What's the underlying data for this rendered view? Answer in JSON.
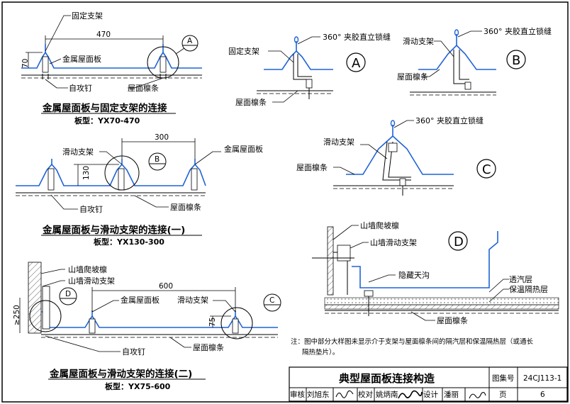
{
  "detail1": {
    "label_fixed_support": "固定支架",
    "label_metal_panel": "金属屋面板",
    "label_screw": "自攻钉",
    "label_purlin": "屋面檩条",
    "dim_width": "470",
    "dim_height": "70",
    "callout": "A",
    "title": "金属屋面板与固定支架的连接",
    "subtitle": "板型：YX70-470"
  },
  "detail2": {
    "label_sliding_support": "滑动支架",
    "label_metal_panel": "金属屋面板",
    "label_screw": "自攻钉",
    "label_purlin": "屋面檩条",
    "dim_width": "300",
    "dim_height": "130",
    "callout": "B",
    "title": "金属屋面板与滑动支架的连接(一)",
    "subtitle": "板型：YX130-300"
  },
  "detail3": {
    "label_gable_purlin": "山墙爬坡檩",
    "label_gable_sliding": "山墙滑动支架",
    "label_metal_panel": "金属屋面板",
    "label_sliding_support": "滑动支架",
    "label_screw": "自攻钉",
    "label_purlin": "屋面檩条",
    "dim_width": "600",
    "dim_height": "75",
    "dim_250": "≥250",
    "callout_d": "D",
    "callout_c": "C",
    "title": "金属屋面板与滑动支架的连接(二)",
    "subtitle": "板型：YX75-600"
  },
  "detailA": {
    "circle": "A",
    "label_seam": "360° 夹胶直立锁缝",
    "label_fixed_support": "固定支架",
    "label_purlin": "屋面檩条"
  },
  "detailB": {
    "circle": "B",
    "label_seam": "360° 夹胶直立锁缝",
    "label_sliding_support": "滑动支架",
    "label_purlin": "屋面檩条"
  },
  "detailC": {
    "circle": "C",
    "label_seam": "360° 夹胶直立锁缝",
    "label_sliding_support": "滑动支架",
    "label_purlin": "屋面檩条"
  },
  "detailD": {
    "circle": "D",
    "label_gable_purlin": "山墙爬坡檩",
    "label_gable_sliding": "山墙滑动支架",
    "label_gutter": "隐藏天沟",
    "label_vapor": "透汽层",
    "label_insulation": "保温隔热层",
    "label_purlin": "屋面檩条"
  },
  "note": {
    "line1": "注：图中部分大样图未显示介于支架与屋面檩条间的隔汽层和保温隔热层（或通长",
    "line2": "隔热垫片）。"
  },
  "title_block": {
    "main_title": "典型屋面板连接构造",
    "atlas_label": "图集号",
    "atlas_no": "24CJ113-1",
    "review": "审核",
    "reviewer": "刘旭东",
    "check": "校对",
    "checker": "姚炳南",
    "design": "设计",
    "designer": "潘丽",
    "page_label": "页",
    "page_no": "6"
  }
}
